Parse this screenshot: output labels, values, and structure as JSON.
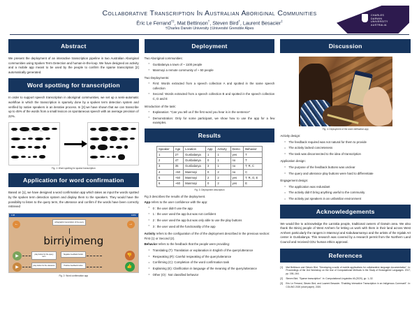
{
  "header": {
    "title": "Collaborative Transcription in Australian Aboriginal Communities",
    "authors_part1": "Éric Le Ferrand",
    "authors_sup1": "†‡",
    "authors_part2": ", Mat Bettinson",
    "authors_sup2": "†",
    "authors_part3": ", Steven Bird",
    "authors_sup3": "†",
    "authors_part4": ", Laurent Besacier",
    "authors_sup4": "‡",
    "affiliations": "†Charles Darwin University  ‡Université Grenoble Alpes",
    "logo_name": "charles-darwin-university-logo",
    "logo_line1": "CHARLES",
    "logo_line2": "DARWIN",
    "logo_line3": "UNIVERSITY",
    "logo_line4": "AUSTRALIA",
    "logo_color": "#2d1a4e"
  },
  "theme": {
    "section_bar_color": "#16355e",
    "title_color": "#20304d"
  },
  "abstract": {
    "heading": "Abstract",
    "body": "We present the deployment of an interactive transcription pipeline in two Australian Aboriginal communities using Spoken Term Detection and human-in-the-loop. We have designed an activity and a mobile app meant to be used by the people to confirm the sparse transcription [2] automatically generated."
  },
  "word_spotting": {
    "heading": "Word spotting for transcription",
    "body": "In order to support speech transcription in aboriginal communities, we set up a semi-automatic workflow in which the transcription is sparsely done by a spoken term detection system and verified by native speakers in an iterative process. In [3] we have shown that we can transcribe up to 45% of the words from a small lexicon on spontaneous speech with an average precision of 22%.",
    "caption": "Fig. 1: Word spotting for sparse transcription",
    "left_panel_name": "waveform-panel-before",
    "right_panel_name": "waveform-panel-after",
    "arrow_name": "process-arrow"
  },
  "application": {
    "heading": "Application for word confirmation",
    "body": "Based on [1], we have designed a word confirmation app which takes as input the words spotted by the spoken term detection system and display them to the speakers. They would have the possibility to listen to the query term, the utterance and confirm if the words have been correctly retrieved",
    "caption": "Fig. 2: Word confirmation app",
    "screenshot": {
      "status_left": "1:08",
      "status_right": "100%",
      "transcript_callout": "orthographic transcription of the query",
      "word": "birriyimeng",
      "play_query_label": "play button for the query term",
      "play_utterance_label": "play button for the utterance",
      "negative_label": "Negative feedback button",
      "positive_label": "Positive feedback button",
      "prev_icon": "arrow-left-icon",
      "next_icon": "arrow-right-icon",
      "play_icon": "play-icon",
      "thumb_down_icon": "thumbs-down-icon",
      "thumb_up_icon": "thumbs-up-icon"
    }
  },
  "deployment": {
    "heading": "Deployment",
    "lead1": "Two Aboriginal communities:",
    "communities": [
      "Gunbalanya a town of ~ 1100 people",
      "Manmoyi a remote community of ~ 50 people"
    ],
    "lead2": "Two Deployments:",
    "deployments": [
      "First: Words extracted from a speech collection A and spotted in the same speech collection",
      "Second: Words extracted from a speech collection B and spotted in the speech collection C, D and E"
    ],
    "lead3": "Introduction of the task:",
    "intro_items": [
      "Explanation: \"Can you tell us if the first word you hear is in the sentence\"",
      "Demonstration: Only for some participant, we show how to use the app for a few examples."
    ]
  },
  "results": {
    "heading": "Results",
    "table": {
      "columns": [
        "Speaker",
        "Age",
        "Location",
        "App",
        "Activity",
        "Demo",
        "Behavior"
      ],
      "rows": [
        [
          "1",
          "27",
          "Gunbalanya",
          "1",
          "1",
          "yes",
          "T"
        ],
        [
          "2",
          "47",
          "Gunbalanya",
          "0",
          "1",
          "no",
          "T"
        ],
        [
          "3",
          "35",
          "Gunbalanya",
          "3",
          "1",
          "no",
          "T, R, C"
        ],
        [
          "4",
          "~50",
          "Manmoyi",
          "0",
          "2",
          "no",
          "C"
        ],
        [
          "5",
          "~50",
          "Manmoyi",
          "2",
          "2",
          "yes",
          "T, R, O, E"
        ],
        [
          "6",
          "~60",
          "Manmoyi",
          "0",
          "2",
          "yes",
          "E"
        ]
      ]
    },
    "caption": "Fig. 3: Deployment description",
    "intro": "Fig 3 describes the results of the deployment.",
    "app_lead_term": "App",
    "app_lead_rest": " refers to the user confidence with the app:",
    "app_scale": [
      "0 : the user didn't use the app",
      "1 : the user used the app but was not confident",
      "2 : the user used the app but was only able to use the play buttons",
      "3 : the user used all the functionality of the app"
    ],
    "activity_term": "Activity",
    "activity_rest": " refers to the configuration of the of the deployment described in the previous section: First (1) or Second (2).",
    "behavior_term": "Behavior",
    "behavior_rest": " refers to the feedback that the people were providing:",
    "behaviors": [
      "Translating (T): Translation or explanation in English of the query/utterance",
      "Respeaking (R): Careful respeaking of the query/utterance",
      "Confirming (C): Completion of the word confirmation task",
      "Explaining (E): Clarification in language of the meaning of the query/utterance",
      "Other (O) : Not classified behavior"
    ]
  },
  "discussion": {
    "heading": "Discussion",
    "photo_name": "deployment-photo",
    "caption": "Fig. 4: Deployment of the word verification app",
    "groups": [
      {
        "lead": "Activity design:",
        "items": [
          "The feedback required was not natural for them to provide",
          "The activity lacked concreteness",
          "The task was disconnected to the idea of transcription"
        ]
      },
      {
        "lead": "Application design:",
        "items": [
          "The purpose of the feedback buttons was unclear",
          "The query and utterance play buttons were hard to differentiate"
        ]
      },
      {
        "lead": "Engagement design:",
        "items": [
          "The application was redundant",
          "The activity didn't bring anything useful to the community",
          "The activity put speakers in an unfamiliar environment"
        ]
      }
    ]
  },
  "acknowledgements": {
    "heading": "Acknowledgements",
    "body": "We would like to acknowledge the Larrakia people, traditional owners of Darwin area. We also thank the Bininj people of West Arnhem for letting us work with them in their land across West Arnhem particularly the rangers in Manmoyi and Kabulwarnamyo and the artists of the Injalak Art center in Gunbalanya. This research was covered by a research permit from the Northern Land Council and received CDU human ethics approval."
  },
  "references": {
    "heading": "References",
    "items": [
      {
        "num": "[1]",
        "text": "Mat Bettinson and Steven Bird. \"Developing a suite of mobile applications for collaborative language documentation\". In: Proceedings of the 2nd Workshop on the Use of Computational Methods in the Study of Endangered Languages. 2017, pp. 156–164."
      },
      {
        "num": "[2]",
        "text": "Steven Bird. \"Sparse transcription\". In: Computational Linguistics 46 (2020), pp. 1–32."
      },
      {
        "num": "[3]",
        "text": "Eric Le Ferrand, Steven Bird, and Laurent Besacier. \"Enabling Interactive Transcription in an Indigenous Communit\". In: COLING 2020 (short paper). 2020."
      }
    ]
  }
}
